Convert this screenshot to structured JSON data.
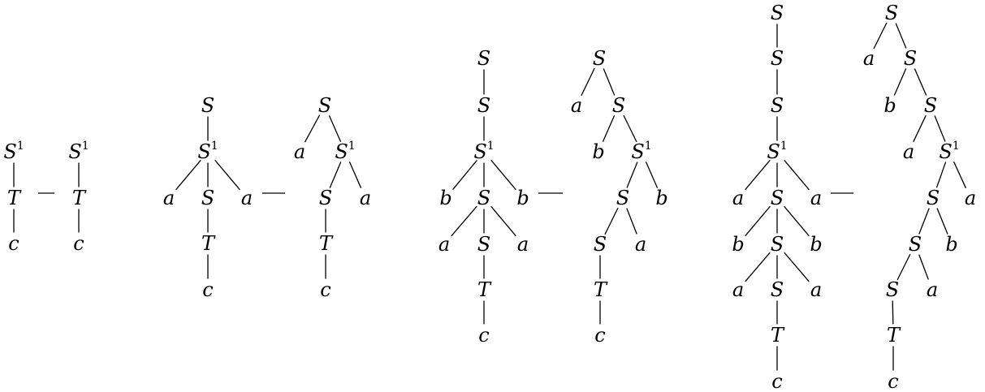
{
  "pairs": [
    {
      "left_tree": {
        "nodes": [
          {
            "label": "S",
            "sup": "1"
          },
          {
            "label": "T",
            "sup": ""
          },
          {
            "label": "c",
            "sup": ""
          }
        ],
        "edges": [
          [
            0,
            1
          ],
          [
            1,
            2
          ]
        ]
      },
      "right_tree": {
        "nodes": [
          {
            "label": "S",
            "sup": "1"
          },
          {
            "label": "T",
            "sup": ""
          },
          {
            "label": "c",
            "sup": ""
          }
        ],
        "edges": [
          [
            0,
            1
          ],
          [
            1,
            2
          ]
        ]
      }
    },
    {
      "left_tree": {
        "nodes": [
          {
            "label": "S",
            "sup": ""
          },
          {
            "label": "S",
            "sup": "1"
          },
          {
            "label": "a",
            "sup": ""
          },
          {
            "label": "S",
            "sup": ""
          },
          {
            "label": "a",
            "sup": ""
          },
          {
            "label": "T",
            "sup": ""
          },
          {
            "label": "c",
            "sup": ""
          }
        ],
        "edges": [
          [
            0,
            1
          ],
          [
            1,
            2
          ],
          [
            1,
            3
          ],
          [
            1,
            4
          ],
          [
            3,
            5
          ],
          [
            5,
            6
          ]
        ]
      },
      "right_tree": {
        "nodes": [
          {
            "label": "S",
            "sup": ""
          },
          {
            "label": "a",
            "sup": ""
          },
          {
            "label": "S",
            "sup": "1"
          },
          {
            "label": "S",
            "sup": ""
          },
          {
            "label": "a",
            "sup": ""
          },
          {
            "label": "T",
            "sup": ""
          },
          {
            "label": "c",
            "sup": ""
          }
        ],
        "edges": [
          [
            0,
            1
          ],
          [
            0,
            2
          ],
          [
            2,
            3
          ],
          [
            2,
            4
          ],
          [
            3,
            5
          ],
          [
            5,
            6
          ]
        ]
      }
    },
    {
      "left_tree": {
        "nodes": [
          {
            "label": "S",
            "sup": ""
          },
          {
            "label": "S",
            "sup": ""
          },
          {
            "label": "S",
            "sup": "1"
          },
          {
            "label": "b",
            "sup": ""
          },
          {
            "label": "S",
            "sup": ""
          },
          {
            "label": "b",
            "sup": ""
          },
          {
            "label": "a",
            "sup": ""
          },
          {
            "label": "S",
            "sup": ""
          },
          {
            "label": "a",
            "sup": ""
          },
          {
            "label": "T",
            "sup": ""
          },
          {
            "label": "c",
            "sup": ""
          }
        ],
        "edges": [
          [
            0,
            1
          ],
          [
            1,
            2
          ],
          [
            2,
            3
          ],
          [
            2,
            4
          ],
          [
            2,
            5
          ],
          [
            4,
            6
          ],
          [
            4,
            7
          ],
          [
            4,
            8
          ],
          [
            7,
            9
          ],
          [
            9,
            10
          ]
        ]
      },
      "right_tree": {
        "nodes": [
          {
            "label": "S",
            "sup": ""
          },
          {
            "label": "a",
            "sup": ""
          },
          {
            "label": "S",
            "sup": ""
          },
          {
            "label": "b",
            "sup": ""
          },
          {
            "label": "S",
            "sup": "1"
          },
          {
            "label": "S",
            "sup": ""
          },
          {
            "label": "b",
            "sup": ""
          },
          {
            "label": "S",
            "sup": ""
          },
          {
            "label": "a",
            "sup": ""
          },
          {
            "label": "T",
            "sup": ""
          },
          {
            "label": "c",
            "sup": ""
          }
        ],
        "edges": [
          [
            0,
            1
          ],
          [
            0,
            2
          ],
          [
            2,
            3
          ],
          [
            2,
            4
          ],
          [
            4,
            5
          ],
          [
            4,
            6
          ],
          [
            5,
            7
          ],
          [
            5,
            8
          ],
          [
            7,
            9
          ],
          [
            9,
            10
          ]
        ]
      }
    },
    {
      "left_tree": {
        "nodes": [
          {
            "label": "S",
            "sup": ""
          },
          {
            "label": "S",
            "sup": ""
          },
          {
            "label": "S",
            "sup": ""
          },
          {
            "label": "S",
            "sup": "1"
          },
          {
            "label": "a",
            "sup": ""
          },
          {
            "label": "S",
            "sup": ""
          },
          {
            "label": "a",
            "sup": ""
          },
          {
            "label": "b",
            "sup": ""
          },
          {
            "label": "S",
            "sup": ""
          },
          {
            "label": "b",
            "sup": ""
          },
          {
            "label": "a",
            "sup": ""
          },
          {
            "label": "S",
            "sup": ""
          },
          {
            "label": "a",
            "sup": ""
          },
          {
            "label": "T",
            "sup": ""
          },
          {
            "label": "c",
            "sup": ""
          }
        ],
        "edges": [
          [
            0,
            1
          ],
          [
            1,
            2
          ],
          [
            2,
            3
          ],
          [
            3,
            4
          ],
          [
            3,
            5
          ],
          [
            3,
            6
          ],
          [
            5,
            7
          ],
          [
            5,
            8
          ],
          [
            5,
            9
          ],
          [
            8,
            10
          ],
          [
            8,
            11
          ],
          [
            8,
            12
          ],
          [
            11,
            13
          ],
          [
            13,
            14
          ]
        ]
      },
      "right_tree": {
        "nodes": [
          {
            "label": "S",
            "sup": ""
          },
          {
            "label": "a",
            "sup": ""
          },
          {
            "label": "S",
            "sup": ""
          },
          {
            "label": "b",
            "sup": ""
          },
          {
            "label": "S",
            "sup": ""
          },
          {
            "label": "a",
            "sup": ""
          },
          {
            "label": "S",
            "sup": "1"
          },
          {
            "label": "S",
            "sup": ""
          },
          {
            "label": "a",
            "sup": ""
          },
          {
            "label": "S",
            "sup": ""
          },
          {
            "label": "b",
            "sup": ""
          },
          {
            "label": "S",
            "sup": ""
          },
          {
            "label": "a",
            "sup": ""
          },
          {
            "label": "T",
            "sup": ""
          },
          {
            "label": "c",
            "sup": ""
          }
        ],
        "edges": [
          [
            0,
            1
          ],
          [
            0,
            2
          ],
          [
            2,
            3
          ],
          [
            2,
            4
          ],
          [
            4,
            5
          ],
          [
            4,
            6
          ],
          [
            6,
            7
          ],
          [
            6,
            8
          ],
          [
            7,
            9
          ],
          [
            7,
            10
          ],
          [
            9,
            11
          ],
          [
            9,
            12
          ],
          [
            11,
            13
          ],
          [
            13,
            14
          ]
        ]
      }
    }
  ]
}
